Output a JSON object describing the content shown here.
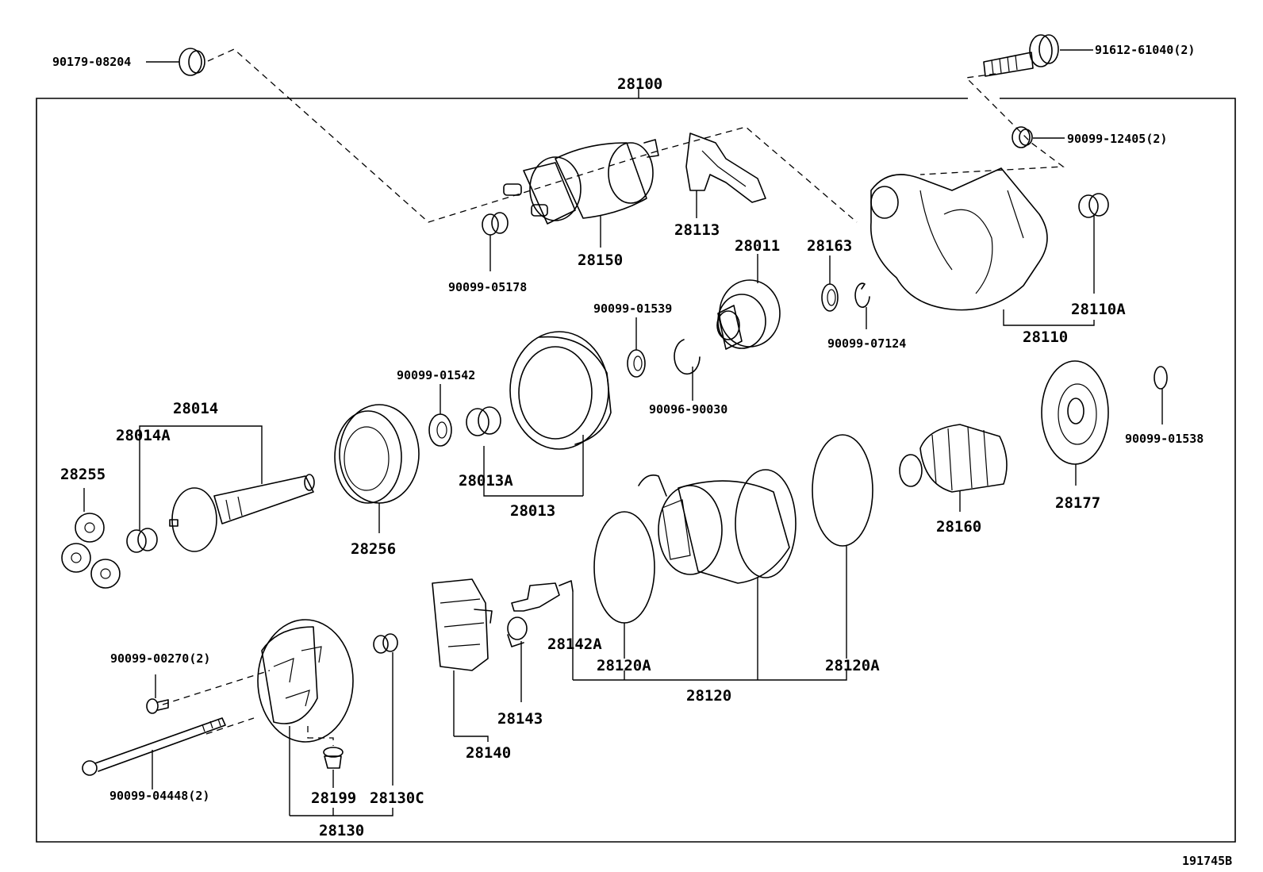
{
  "diagram_id": "191745B",
  "labels": {
    "assembly": "28100",
    "p90179_08204": "90179-08204",
    "p91612_61040": "91612-61040(2)",
    "p90099_12405": "90099-12405(2)",
    "p28150": "28150",
    "p28113": "28113",
    "p90099_05178": "90099-05178",
    "p28011": "28011",
    "p28163": "28163",
    "p90099_07124": "90099-07124",
    "p28110": "28110",
    "p28110A": "28110A",
    "p90099_01539": "90099-01539",
    "p90099_01542": "90099-01542",
    "p90096_90030": "90096-90030",
    "p28014": "28014",
    "p28014A": "28014A",
    "p28255": "28255",
    "p28256": "28256",
    "p28013A": "28013A",
    "p28013": "28013",
    "p28160": "28160",
    "p28177": "28177",
    "p90099_01538": "90099-01538",
    "p90099_00270": "90099-00270(2)",
    "p28142A": "28142A",
    "p28120A_left": "28120A",
    "p28120A_right": "28120A",
    "p28120": "28120",
    "p28143": "28143",
    "p28140": "28140",
    "p90099_04448": "90099-04448(2)",
    "p28199": "28199",
    "p28130C": "28130C",
    "p28130": "28130"
  }
}
